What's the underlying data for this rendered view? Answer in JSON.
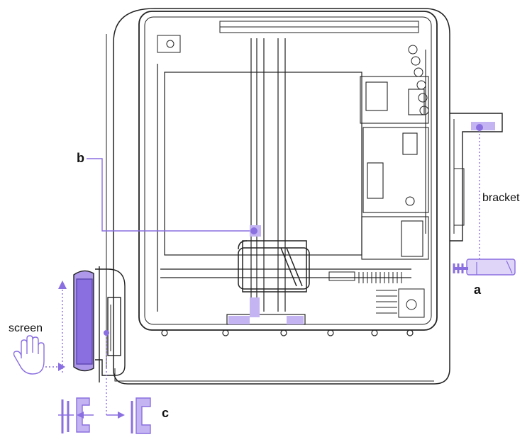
{
  "labels": {
    "a": "a",
    "b": "b",
    "c": "c",
    "bracket": "bracket",
    "screen": "screen"
  },
  "colors": {
    "outline": "#222222",
    "accent": "#8a6fe0",
    "accent_light": "#c4b5f2",
    "accent_fill": "#ad98ea",
    "text": "#111111",
    "background": "#ffffff"
  },
  "icons": {
    "hand": "hand-icon"
  }
}
